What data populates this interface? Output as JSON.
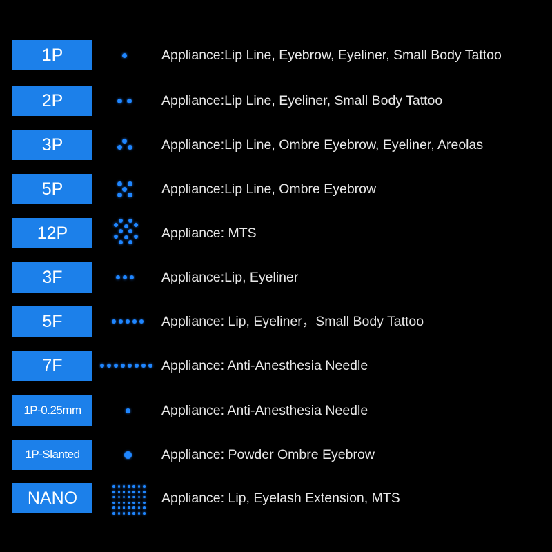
{
  "needles": [
    {
      "label": "1P",
      "pattern": "1p-dot-icon",
      "appliance": "Appliance:Lip Line, Eyebrow, Eyeliner, Small Body Tattoo"
    },
    {
      "label": "2P",
      "pattern": "2p-dots-icon",
      "appliance": "Appliance:Lip Line, Eyeliner, Small Body Tattoo"
    },
    {
      "label": "3P",
      "pattern": "3p-dots-icon",
      "appliance": "Appliance:Lip Line, Ombre Eyebrow, Eyeliner, Areolas"
    },
    {
      "label": "5P",
      "pattern": "5p-dots-icon",
      "appliance": "Appliance:Lip Line, Ombre Eyebrow"
    },
    {
      "label": "12P",
      "pattern": "12p-dots-icon",
      "appliance": "Appliance: MTS"
    },
    {
      "label": "3F",
      "pattern": "3f-dots-icon",
      "appliance": "Appliance:Lip, Eyeliner"
    },
    {
      "label": "5F",
      "pattern": "5f-dots-icon",
      "appliance": "Appliance: Lip, Eyeliner，Small Body Tattoo"
    },
    {
      "label": "7F",
      "pattern": "7f-dots-icon",
      "appliance": "Appliance: Anti-Anesthesia Needle"
    },
    {
      "label": "1P-0.25mm",
      "pattern": "1p-025-dot-icon",
      "appliance": "Appliance: Anti-Anesthesia Needle"
    },
    {
      "label": "1P-Slanted",
      "pattern": "1p-slanted-dot-icon",
      "appliance": "Appliance: Powder Ombre Eyebrow"
    },
    {
      "label": "NANO",
      "pattern": "nano-grid-icon",
      "appliance": "Appliance: Lip, Eyelash Extension, MTS"
    }
  ],
  "colors": {
    "badge": "#1c80ea",
    "dot": "#1f86ff",
    "background": "#000000"
  }
}
